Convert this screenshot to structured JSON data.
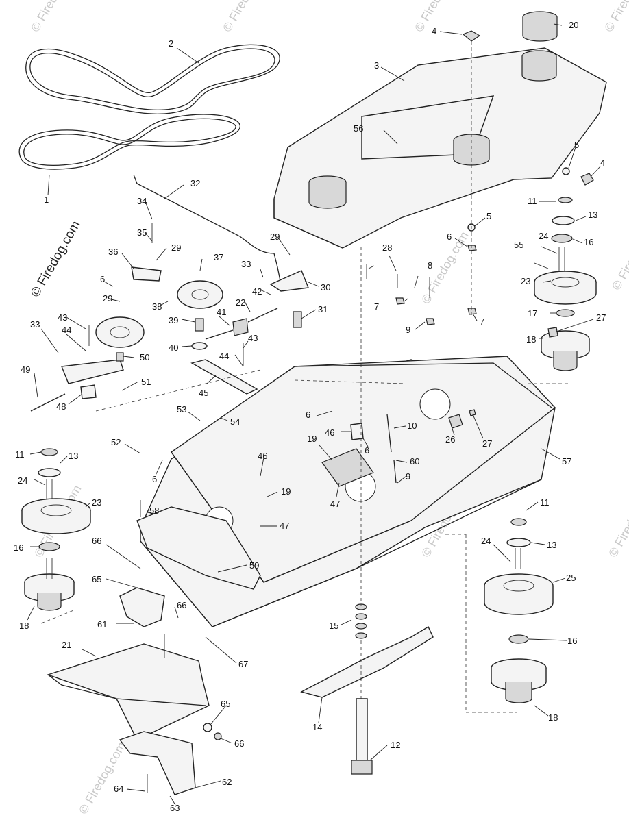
{
  "watermark": {
    "main": "© Firedog.com",
    "faint": "© Firedog.com"
  },
  "callouts": {
    "c1": "1",
    "c2": "2",
    "c3": "3",
    "c4a": "4",
    "c4b": "4",
    "c5a": "5",
    "c5b": "5",
    "c6a": "6",
    "c6b": "6",
    "c6c": "6",
    "c6d": "6",
    "c6e": "6",
    "c7a": "7",
    "c7b": "7",
    "c8": "8",
    "c9a": "9",
    "c9b": "9",
    "c10": "10",
    "c11a": "11",
    "c11b": "11",
    "c11c": "11",
    "c12": "12",
    "c13a": "13",
    "c13b": "13",
    "c13c": "13",
    "c14": "14",
    "c15": "15",
    "c16a": "16",
    "c16b": "16",
    "c16c": "16",
    "c17": "17",
    "c18a": "18",
    "c18b": "18",
    "c18c": "18",
    "c19a": "19",
    "c19b": "19",
    "c20": "20",
    "c21": "21",
    "c22": "22",
    "c23a": "23",
    "c23b": "23",
    "c24a": "24",
    "c24b": "24",
    "c24c": "24",
    "c25": "25",
    "c26": "26",
    "c27a": "27",
    "c27b": "27",
    "c28": "28",
    "c29a": "29",
    "c29b": "29",
    "c29c": "29",
    "c30": "30",
    "c31": "31",
    "c32": "32",
    "c33a": "33",
    "c33b": "33",
    "c34": "34",
    "c35": "35",
    "c36": "36",
    "c37": "37",
    "c38": "38",
    "c39": "39",
    "c40": "40",
    "c41": "41",
    "c42": "42",
    "c43a": "43",
    "c43b": "43",
    "c44a": "44",
    "c44b": "44",
    "c45": "45",
    "c46a": "46",
    "c46b": "46",
    "c47a": "47",
    "c47b": "47",
    "c48": "48",
    "c49": "49",
    "c50": "50",
    "c51": "51",
    "c52": "52",
    "c53": "53",
    "c54": "54",
    "c55": "55",
    "c56": "56",
    "c57": "57",
    "c58": "58",
    "c59": "59",
    "c60": "60",
    "c61": "61",
    "c62": "62",
    "c63": "63",
    "c64": "64",
    "c65a": "65",
    "c65b": "65",
    "c66a": "66",
    "c66b": "66",
    "c66c": "66",
    "c67": "67"
  }
}
